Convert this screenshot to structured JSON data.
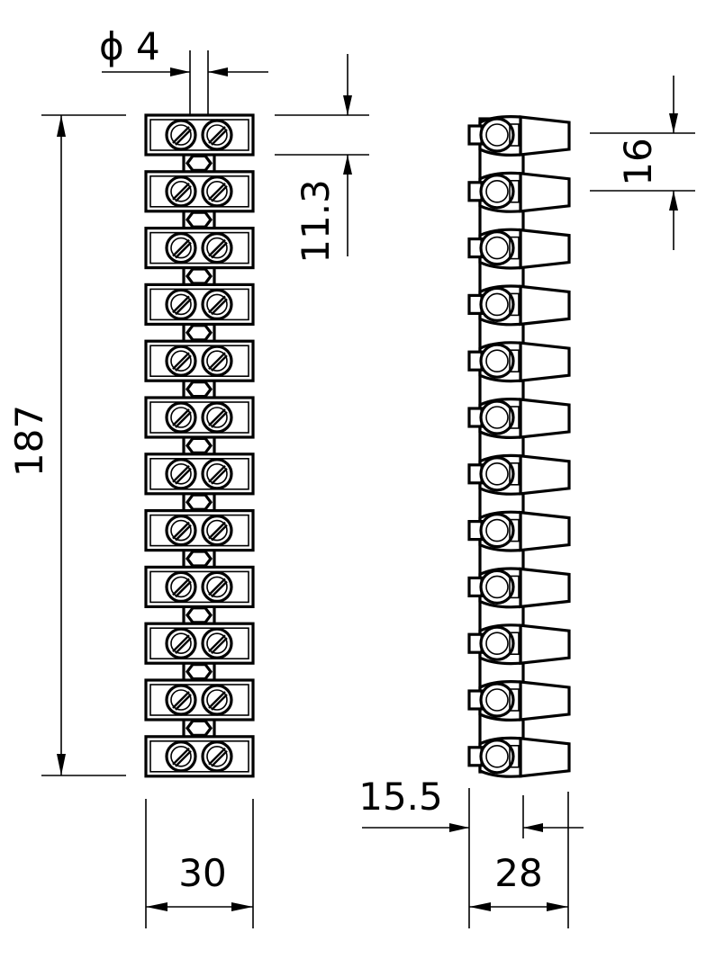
{
  "drawing": {
    "module_count": 12,
    "colors": {
      "line": "#000000",
      "background": "#ffffff"
    }
  },
  "labels": {
    "hole_diameter": "ϕ 4",
    "total_length": "187",
    "pitch": "11.3",
    "width": "30",
    "side_height": "16",
    "side_offset": "15.5",
    "side_depth": "28"
  }
}
